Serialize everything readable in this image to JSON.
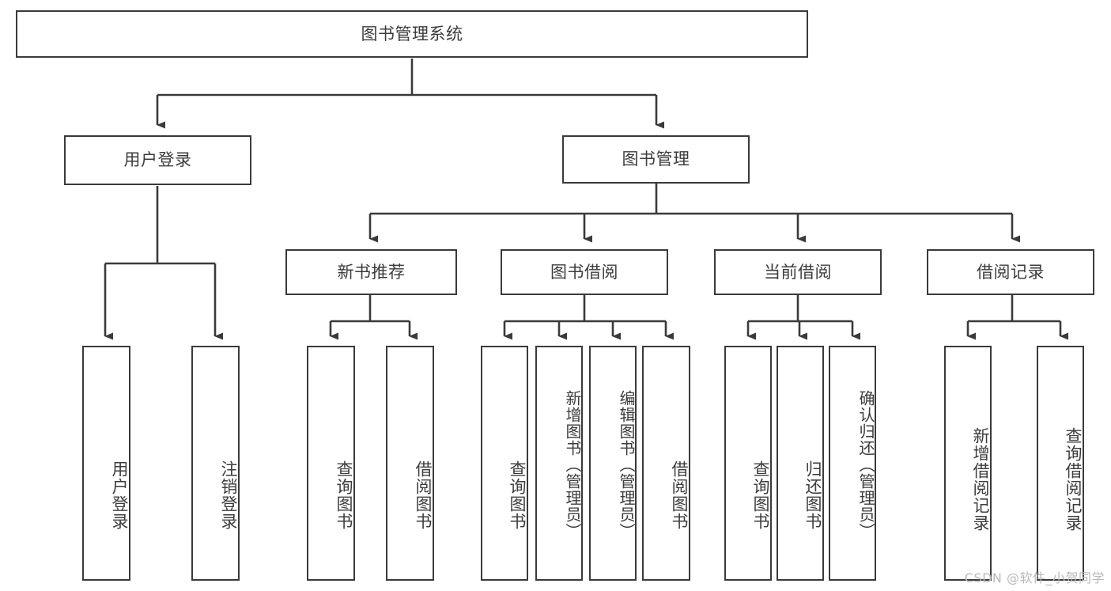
{
  "diagram": {
    "type": "tree",
    "title": "图书管理系统",
    "orientation": "top-down",
    "style": {
      "background": "#ffffff",
      "node_border": "#3a3a3a",
      "node_fill": "#ffffff",
      "edge_color": "#3a3a3a",
      "text_color": "#3c3c3c",
      "watermark_color": "#b9b9b9"
    },
    "nodes": {
      "root": {
        "label": "图书管理系统",
        "level": 0,
        "text_direction": "horizontal"
      },
      "user_login": {
        "label": "用户登录",
        "level": 1,
        "text_direction": "horizontal"
      },
      "book_manage": {
        "label": "图书管理",
        "level": 1,
        "text_direction": "horizontal"
      },
      "new_book_rec": {
        "label": "新书推荐",
        "level": 2,
        "text_direction": "horizontal"
      },
      "book_borrow": {
        "label": "图书借阅",
        "level": 2,
        "text_direction": "horizontal"
      },
      "current_borrow": {
        "label": "当前借阅",
        "level": 2,
        "text_direction": "horizontal"
      },
      "borrow_record": {
        "label": "借阅记录",
        "level": 2,
        "text_direction": "horizontal"
      },
      "leaf_user_login": {
        "label": "用户登录",
        "level": 2,
        "text_direction": "vertical"
      },
      "leaf_logout": {
        "label": "注销登录",
        "level": 2,
        "text_direction": "vertical"
      },
      "leaf_query_book_a": {
        "label": "查询图书",
        "level": 3,
        "text_direction": "vertical"
      },
      "leaf_borrow_book_a": {
        "label": "借阅图书",
        "level": 3,
        "text_direction": "vertical"
      },
      "leaf_query_book_b": {
        "label": "查询图书",
        "level": 3,
        "text_direction": "vertical"
      },
      "leaf_add_book": {
        "label": "新增图书（管理员）",
        "level": 3,
        "text_direction": "vertical"
      },
      "leaf_edit_book": {
        "label": "编辑图书（管理员）",
        "level": 3,
        "text_direction": "vertical"
      },
      "leaf_borrow_book_b": {
        "label": "借阅图书",
        "level": 3,
        "text_direction": "vertical"
      },
      "leaf_query_book_c": {
        "label": "查询图书",
        "level": 3,
        "text_direction": "vertical"
      },
      "leaf_return_book": {
        "label": "归还图书",
        "level": 3,
        "text_direction": "vertical"
      },
      "leaf_confirm_return": {
        "label": "确认归还（管理员）",
        "level": 3,
        "text_direction": "vertical"
      },
      "leaf_add_record": {
        "label": "新增借阅记录",
        "level": 3,
        "text_direction": "vertical"
      },
      "leaf_query_record": {
        "label": "查询借阅记录",
        "level": 3,
        "text_direction": "vertical"
      }
    },
    "edges": [
      {
        "from": "root",
        "to": "user_login"
      },
      {
        "from": "root",
        "to": "book_manage"
      },
      {
        "from": "user_login",
        "to": "leaf_user_login"
      },
      {
        "from": "user_login",
        "to": "leaf_logout"
      },
      {
        "from": "book_manage",
        "to": "new_book_rec"
      },
      {
        "from": "book_manage",
        "to": "book_borrow"
      },
      {
        "from": "book_manage",
        "to": "current_borrow"
      },
      {
        "from": "book_manage",
        "to": "borrow_record"
      },
      {
        "from": "new_book_rec",
        "to": "leaf_query_book_a"
      },
      {
        "from": "new_book_rec",
        "to": "leaf_borrow_book_a"
      },
      {
        "from": "book_borrow",
        "to": "leaf_query_book_b"
      },
      {
        "from": "book_borrow",
        "to": "leaf_add_book"
      },
      {
        "from": "book_borrow",
        "to": "leaf_edit_book"
      },
      {
        "from": "book_borrow",
        "to": "leaf_borrow_book_b"
      },
      {
        "from": "current_borrow",
        "to": "leaf_query_book_c"
      },
      {
        "from": "current_borrow",
        "to": "leaf_return_book"
      },
      {
        "from": "current_borrow",
        "to": "leaf_confirm_return"
      },
      {
        "from": "borrow_record",
        "to": "leaf_add_record"
      },
      {
        "from": "borrow_record",
        "to": "leaf_query_record"
      }
    ]
  },
  "watermark": {
    "text": "CSDN @软件_小贺同学"
  }
}
